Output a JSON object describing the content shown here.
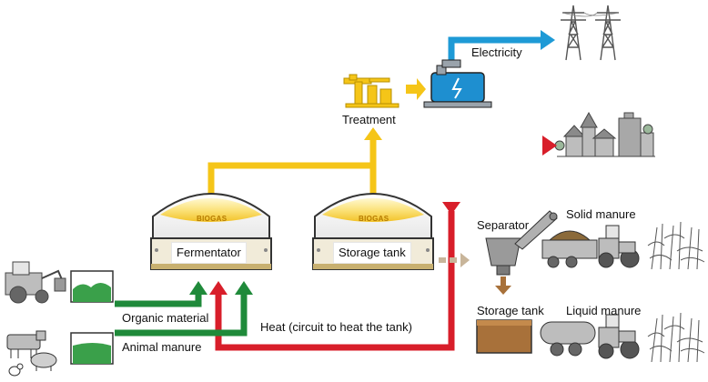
{
  "labels": {
    "electricity": "Electricity",
    "treatment": "Treatment",
    "fermentator": "Fermentator",
    "storage_tank_top": "Storage tank",
    "biogas_left": "BIOGAS",
    "biogas_right": "BIOGAS",
    "separator": "Separator",
    "solid_manure": "Solid manure",
    "storage_tank_bottom": "Storage tank",
    "liquid_manure": "Liquid manure",
    "organic_material": "Organic material",
    "animal_manure": "Animal manure",
    "heat": "Heat (circuit to heat the tank)"
  },
  "colors": {
    "biogas_flow": "#f5c518",
    "electricity_flow": "#1e9ad6",
    "heat_flow": "#d81e2a",
    "input_flow": "#1f8a3a",
    "digestate_flow": "#c8b59a",
    "liquid": "#a8713a",
    "green_waste": "#3aa04a",
    "grey": "#9a9a9a"
  }
}
